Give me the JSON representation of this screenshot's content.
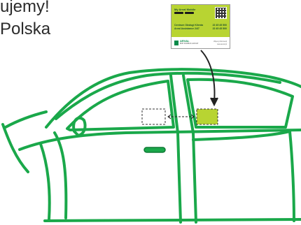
{
  "headline": {
    "line1": "ujemy!",
    "line2": "Polska"
  },
  "sticker": {
    "title": "My Arval Mobile",
    "app_store_badge": "App Store",
    "google_play_badge": "Google Play",
    "center_line1": "Centrum Obsługi Klienta",
    "center_line2": "Arval Assistance 24/7",
    "phone1": "22 45 45 500",
    "phone2": "22 45 45 500",
    "logo_name": "ARVAL",
    "logo_tagline": "BNP PARIBAS GROUP",
    "footnote_line1": "Więcej informacji",
    "footnote_line2": "www.arval.pl",
    "background_color": "#b8d432",
    "brand_color": "#0a8a4a"
  },
  "car": {
    "outline_color": "#1aa84a",
    "sticker_placement_color": "#b8d432"
  },
  "icons": {
    "placement_arrow": "arrow-down-icon",
    "swap_arrow": "double-arrow-icon",
    "qr": "qr-code-icon"
  }
}
